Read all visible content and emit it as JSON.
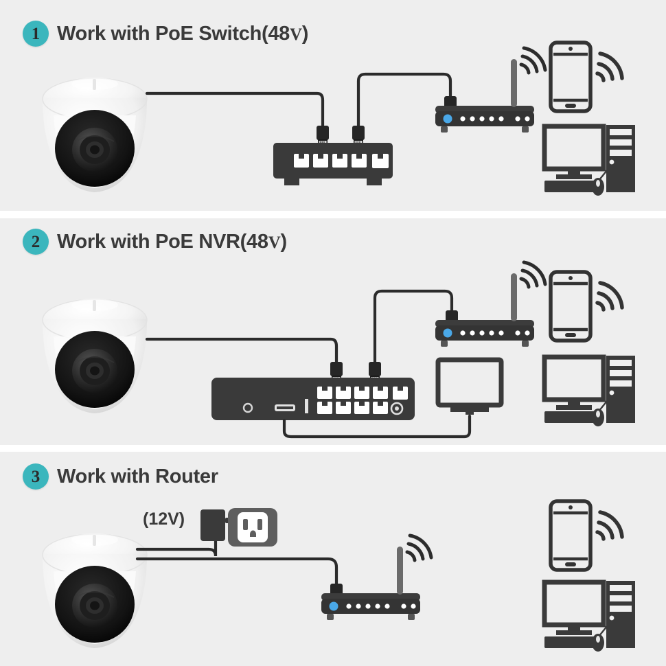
{
  "document": {
    "title": "Camera Connection Diagram",
    "background": "#ffffff",
    "panel_background": "#eeeeee",
    "accent_color": "#3bb6bd",
    "line_color": "#2f2f2f",
    "device_color": "#3a3a3a"
  },
  "sections": [
    {
      "number": "1",
      "title_main": "Work with PoE Switch(48",
      "title_volt": "V",
      "title_end": ")",
      "full_title": "Work with PoE Switch(48V)",
      "devices": [
        "dome-camera",
        "poe-switch",
        "wifi-router",
        "smartphone",
        "desktop-computer"
      ],
      "switch_ports": 5,
      "cables": [
        "camera-to-switch",
        "switch-to-router"
      ]
    },
    {
      "number": "2",
      "title_main": "Work with PoE NVR(48",
      "title_volt": "V",
      "title_end": ")",
      "full_title": "Work with PoE NVR(48V)",
      "devices": [
        "dome-camera",
        "poe-nvr",
        "wifi-router",
        "display-monitor",
        "smartphone",
        "desktop-computer"
      ],
      "nvr_poe_ports": 8,
      "nvr_lan_ports": 1,
      "cables": [
        "camera-to-nvr",
        "nvr-to-router",
        "nvr-to-monitor"
      ]
    },
    {
      "number": "3",
      "title_main": "Work with Router",
      "title_volt": "",
      "title_end": "",
      "full_title": "Work with Router",
      "power_label": "(12V)",
      "devices": [
        "dome-camera",
        "power-adapter",
        "wall-outlet",
        "wifi-router",
        "smartphone",
        "desktop-computer"
      ],
      "cables": [
        "camera-to-adapter",
        "camera-to-router"
      ]
    }
  ],
  "router": {
    "led_active_color": "#4aa8e8",
    "led_inactive_color": "#ffffff",
    "front_led_count": 6,
    "rear_led_count": 2,
    "antenna": "single",
    "wifi_arcs": 3
  },
  "camera": {
    "type": "dome-turret",
    "housing_color": "#f2f2f2",
    "lens_color": "#1a1a1a"
  },
  "icons": {
    "smartphone": "smartphone-icon",
    "wifi": "wifi-signal-icon",
    "monitor": "monitor-icon",
    "tower": "pc-tower-icon",
    "mouse": "mouse-icon",
    "keyboard": "keyboard-icon",
    "outlet": "power-outlet-icon",
    "adapter": "power-adapter-icon",
    "rj45": "rj45-connector-icon"
  }
}
